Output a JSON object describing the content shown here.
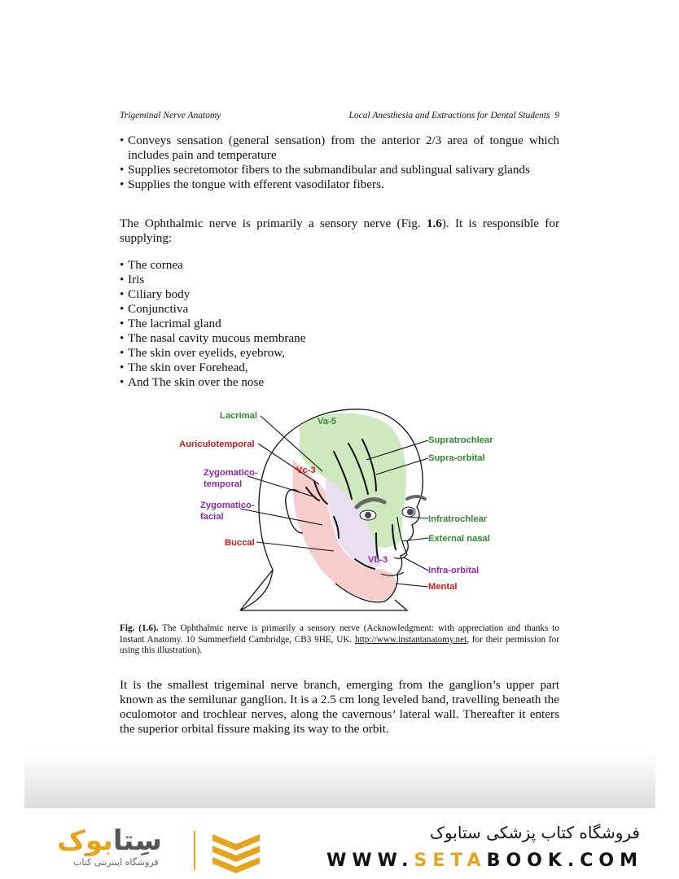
{
  "header": {
    "left": "Trigeminal Nerve Anatomy",
    "right": "Local Anesthesia and Extractions for Dental Students",
    "page_number": "9"
  },
  "tongue_bullets": [
    "Conveys sensation (general sensation) from the anterior 2/3 area of tongue which includes pain and temperature",
    "Supplies secretomotor fibers to the submandibular and sublingual salivary glands",
    "Supplies the tongue with efferent vasodilator fibers."
  ],
  "ophthalmic_para": {
    "before": "The Ophthalmic nerve is primarily a sensory nerve (Fig. ",
    "fig_ref": "1.6",
    "after": "). It is responsible for supplying:"
  },
  "supply_bullets": [
    "The cornea",
    "Iris",
    "Ciliary body",
    "Conjunctiva",
    "The lacrimal gland",
    "The nasal cavity mucous membrane",
    "The skin over eyelids, eyebrow,",
    "The skin over Forehead,",
    "And The skin over the nose"
  ],
  "figure": {
    "labels": {
      "lacrimal": "Lacrimal",
      "va5": "Va-5",
      "auriculotemporal": "Auriculotemporal",
      "vc3": "Vc-3",
      "zygomatico_temporal_1": "Zygomatico-",
      "zygomatico_temporal_2": "temporal",
      "zygomatico_facial_1": "Zygomatico-",
      "zygomatico_facial_2": "facial",
      "buccal": "Buccal",
      "vb3": "Vb-3",
      "supratrochlear": "Supratrochlear",
      "supra_orbital": "Supra-orbital",
      "infratrochlear": "Infratrochlear",
      "external_nasal": "External nasal",
      "infra_orbital": "Infra-orbital",
      "mental": "Mental"
    },
    "colors": {
      "green_region": "#cfe8c0",
      "red_region": "#f6cccc",
      "purple_region": "#eadff0",
      "green_text": "#2e8b2e",
      "red_text": "#cc1a1a",
      "purple_text": "#8e2aa3"
    }
  },
  "caption": {
    "label": "Fig. (1.6).",
    "text": " The Ophthalmic nerve is primarily a sensory nerve (Acknowledgment: with appreciation and thanks to Instant Anatomy. 10 Summerfield Cambridge, CB3 9HE, UK. ",
    "link": "http://www.instantanatomy.net",
    "after": ", for their permission for using this illustration)."
  },
  "smallest_para": "It is the smallest trigeminal nerve branch, emerging from the ganglion’s upper part known as the semilunar ganglion. It is a 2.5 cm long leveled band, travelling beneath the oculomotor and trochlear nerves, along the cavernous’ lateral wall. Thereafter it enters the superior orbital fissure making its way to the orbit.",
  "footer": {
    "logo_text_a": "سِتا",
    "logo_text_b": "بوک",
    "logo_sub": "فروشگاه اینترنتی کتاب",
    "store_name": "فروشگاه کتاب پزشکی ستابوک",
    "url_parts": [
      "WWW.",
      "SETA",
      "BOOK.COM"
    ]
  }
}
